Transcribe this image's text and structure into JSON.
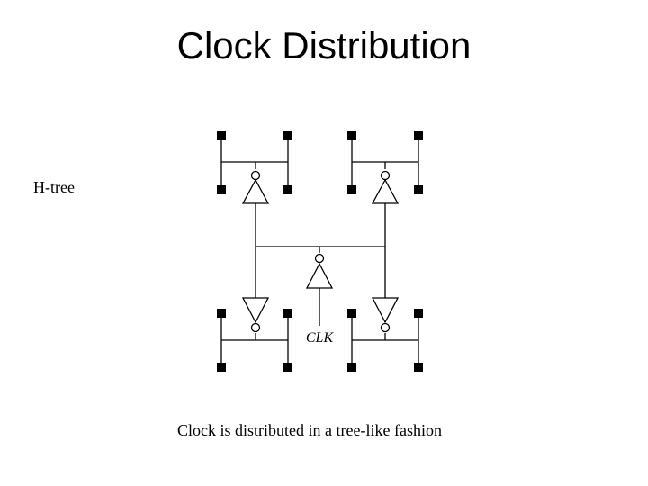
{
  "slide": {
    "title": "Clock Distribution",
    "side_label": "H-tree",
    "caption": "Clock is distributed in a tree-like fashion"
  },
  "diagram": {
    "input_label": "CLK",
    "line_color": "#000000",
    "pad_color": "#000000"
  }
}
